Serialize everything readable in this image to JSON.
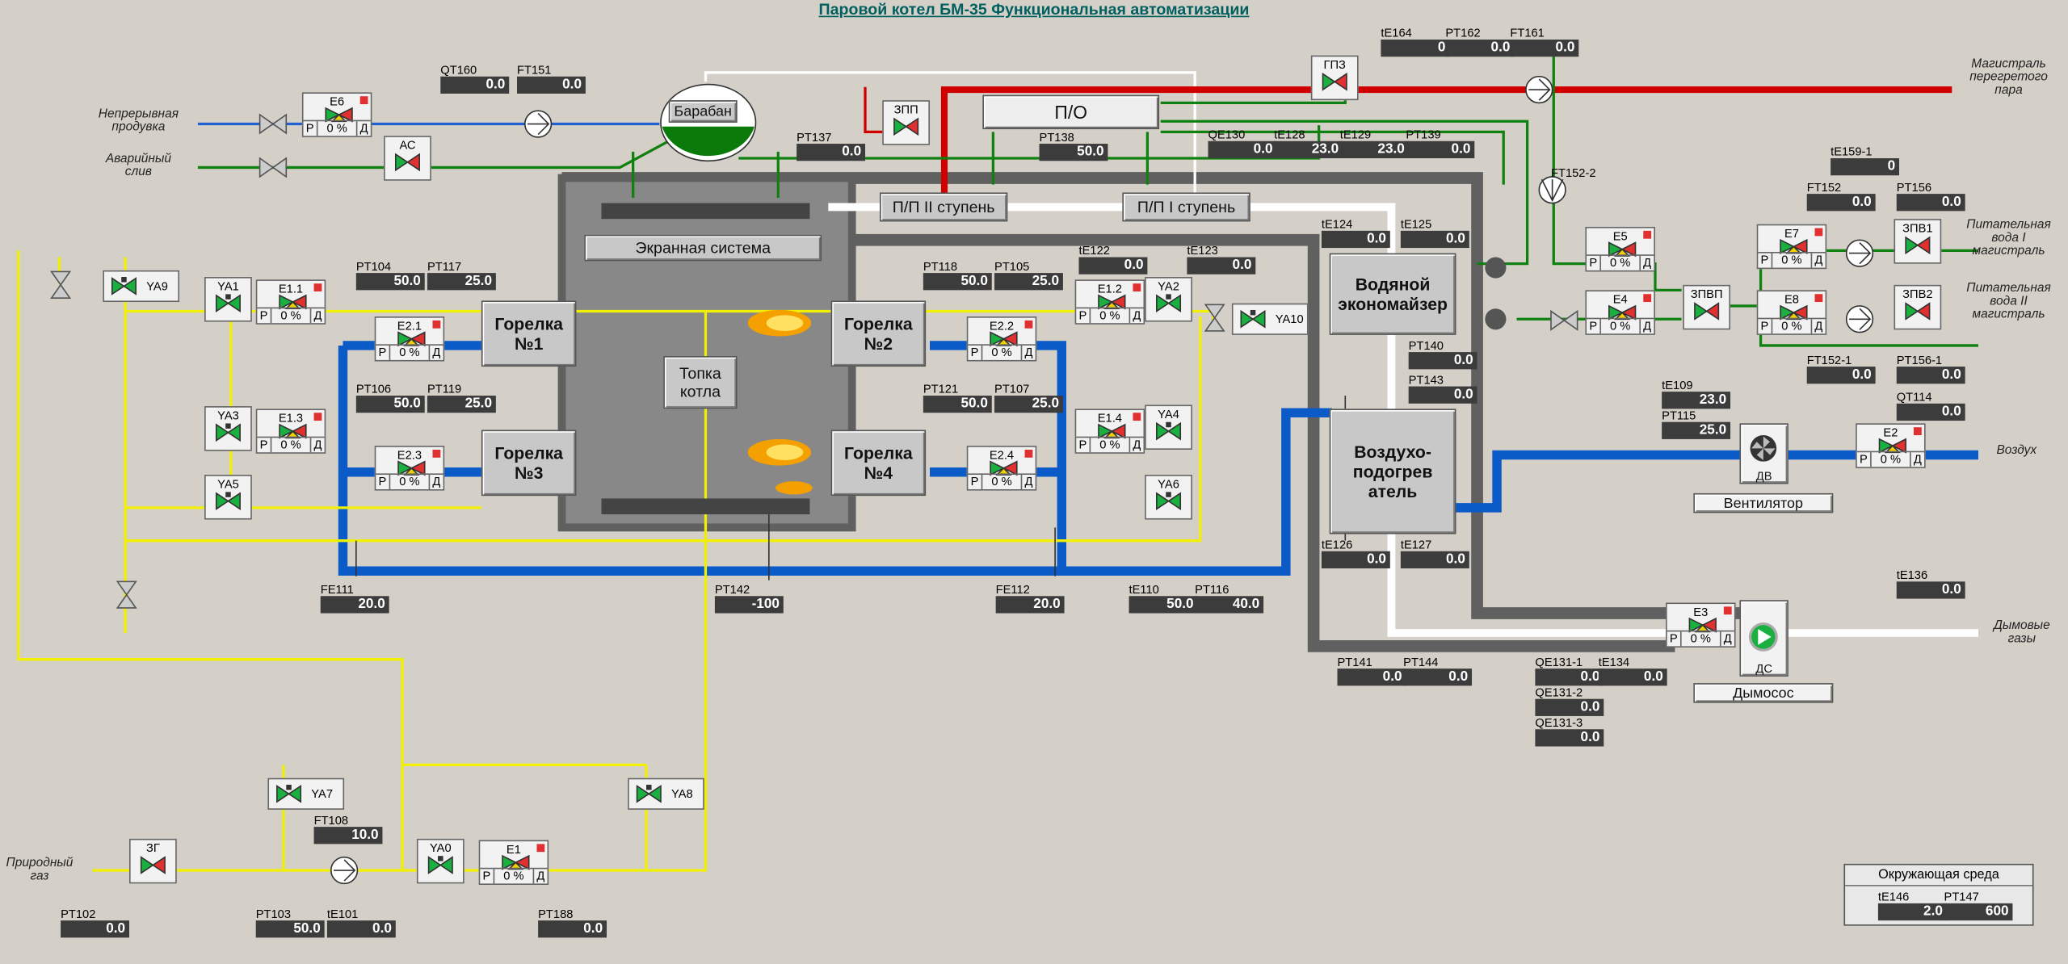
{
  "title": "Паровой котел БМ-35 Функциональная автоматизации",
  "colors": {
    "steam": "#d00000",
    "water": "#008000",
    "air": "#0050c0",
    "gas": "#f0f000",
    "flue": "#606060",
    "drain": "#2060d0"
  },
  "labels": {
    "drum": "Барабан",
    "screen": "Экранная система",
    "furnace": "Топка\nкотла",
    "burner1": "Горелка\n№1",
    "burner2": "Горелка\n№2",
    "burner3": "Горелка\n№3",
    "burner4": "Горелка\n№4",
    "po": "П/О",
    "pp2": "П/П II ступень",
    "pp1": "П/П I ступень",
    "economizer": "Водяной\nэкономайзер",
    "airheater": "Воздухо-\nподогрев\nатель",
    "fan": "Вентилятор",
    "fan_short": "ДВ",
    "exhauster": "Дымосос",
    "exhauster_short": "ДС",
    "cont_blowdown": "Непрерывная\nпродувка",
    "emerg_drain": "Аварийный\nслив",
    "main_steam": "Магистраль\nперегретого\nпара",
    "feed1": "Питательная\nвода I\nмагистраль",
    "feed2": "Питательная\nвода II\nмагистраль",
    "air": "Воздух",
    "flue": "Дымовые\nгазы",
    "gas": "Природный\nгаз",
    "env": "Окружающая среда",
    "tn_p": "Р",
    "tn_d": "Д",
    "icon_valve": "valve-icon",
    "icon_pump": "pump-icon",
    "icon_fan": "fan-icon",
    "icon_flame": "flame-icon"
  },
  "sensors": {
    "qt160": {
      "tag": "QT160",
      "value": "0.0"
    },
    "ft151": {
      "tag": "FT151",
      "value": "0.0"
    },
    "te164": {
      "tag": "tE164",
      "value": "0"
    },
    "pt162": {
      "tag": "PT162",
      "value": "0.0"
    },
    "ft161": {
      "tag": "FT161",
      "value": "0.0"
    },
    "pt137": {
      "tag": "PT137",
      "value": "0.0"
    },
    "pt138": {
      "tag": "PT138",
      "value": "50.0"
    },
    "qe130": {
      "tag": "QE130",
      "value": "0.0"
    },
    "te128": {
      "tag": "tE128",
      "value": "23.0"
    },
    "te129": {
      "tag": "tE129",
      "value": "23.0"
    },
    "pt139": {
      "tag": "PT139",
      "value": "0.0"
    },
    "ft152_2": {
      "tag": "FT152-2",
      "value": ""
    },
    "te159_1": {
      "tag": "tE159-1",
      "value": "0"
    },
    "ft152": {
      "tag": "FT152",
      "value": "0.0"
    },
    "pt156": {
      "tag": "PT156",
      "value": "0.0"
    },
    "ft152_1": {
      "tag": "FT152-1",
      "value": "0.0"
    },
    "pt156_1": {
      "tag": "PT156-1",
      "value": "0.0"
    },
    "pt104": {
      "tag": "PT104",
      "value": "50.0"
    },
    "pt117": {
      "tag": "PT117",
      "value": "25.0"
    },
    "pt106": {
      "tag": "PT106",
      "value": "50.0"
    },
    "pt119": {
      "tag": "PT119",
      "value": "25.0"
    },
    "pt118": {
      "tag": "PT118",
      "value": "50.0"
    },
    "pt105": {
      "tag": "PT105",
      "value": "25.0"
    },
    "pt121": {
      "tag": "PT121",
      "value": "50.0"
    },
    "pt107": {
      "tag": "PT107",
      "value": "25.0"
    },
    "te122": {
      "tag": "tE122",
      "value": "0.0"
    },
    "te123": {
      "tag": "tE123",
      "value": "0.0"
    },
    "te124": {
      "tag": "tE124",
      "value": "0.0"
    },
    "te125": {
      "tag": "tE125",
      "value": "0.0"
    },
    "pt140": {
      "tag": "PT140",
      "value": "0.0"
    },
    "pt143": {
      "tag": "PT143",
      "value": "0.0"
    },
    "te109": {
      "tag": "tE109",
      "value": "23.0"
    },
    "pt115": {
      "tag": "PT115",
      "value": "25.0"
    },
    "qt114": {
      "tag": "QT114",
      "value": "0.0"
    },
    "te126": {
      "tag": "tE126",
      "value": "0.0"
    },
    "te127": {
      "tag": "tE127",
      "value": "0.0"
    },
    "fe111": {
      "tag": "FE111",
      "value": "20.0"
    },
    "pt142": {
      "tag": "PT142",
      "value": "-100"
    },
    "fe112": {
      "tag": "FE112",
      "value": "20.0"
    },
    "te110": {
      "tag": "tE110",
      "value": "50.0"
    },
    "pt116": {
      "tag": "PT116",
      "value": "40.0"
    },
    "te136": {
      "tag": "tE136",
      "value": "0.0"
    },
    "pt141": {
      "tag": "PT141",
      "value": "0.0"
    },
    "pt144": {
      "tag": "PT144",
      "value": "0.0"
    },
    "qe131_1": {
      "tag": "QE131-1",
      "value": "0.0"
    },
    "te134": {
      "tag": "tE134",
      "value": "0.0"
    },
    "qe131_2": {
      "tag": "QE131-2",
      "value": "0.0"
    },
    "qe131_3": {
      "tag": "QE131-3",
      "value": "0.0"
    },
    "ft108": {
      "tag": "FT108",
      "value": "10.0"
    },
    "pt102": {
      "tag": "PT102",
      "value": "0.0"
    },
    "pt103": {
      "tag": "PT103",
      "value": "50.0"
    },
    "te101": {
      "tag": "tE101",
      "value": "0.0"
    },
    "pt188": {
      "tag": "PT188",
      "value": "0.0"
    },
    "te146": {
      "tag": "tE146",
      "value": "2.0"
    },
    "pt147": {
      "tag": "PT147",
      "value": "600"
    }
  },
  "regulators": {
    "e6": {
      "name": "E6",
      "value": "0 %"
    },
    "e11": {
      "name": "E1.1",
      "value": "0 %"
    },
    "e21": {
      "name": "E2.1",
      "value": "0 %"
    },
    "e13": {
      "name": "E1.3",
      "value": "0 %"
    },
    "e23": {
      "name": "E2.3",
      "value": "0 %"
    },
    "e12": {
      "name": "E1.2",
      "value": "0 %"
    },
    "e22": {
      "name": "E2.2",
      "value": "0 %"
    },
    "e14": {
      "name": "E1.4",
      "value": "0 %"
    },
    "e24": {
      "name": "E2.4",
      "value": "0 %"
    },
    "e5": {
      "name": "E5",
      "value": "0 %"
    },
    "e4": {
      "name": "E4",
      "value": "0 %"
    },
    "e7": {
      "name": "E7",
      "value": "0 %"
    },
    "e8": {
      "name": "E8",
      "value": "0 %"
    },
    "e2": {
      "name": "E2",
      "value": "0 %"
    },
    "e3": {
      "name": "E3",
      "value": "0 %"
    },
    "e1": {
      "name": "E1",
      "value": "0 %"
    }
  },
  "valves": {
    "ya1": "YA1",
    "ya2": "YA2",
    "ya3": "YA3",
    "ya4": "YA4",
    "ya5": "YA5",
    "ya6": "YA6",
    "ya9": "YA9",
    "ya10": "YA10",
    "ya7": "YA7",
    "ya8": "YA8",
    "ya0": "YA0",
    "ac": "АС",
    "zpp": "ЗПП",
    "gpz": "ГПЗ",
    "zpvp": "ЗПВП",
    "zpv1": "ЗПВ1",
    "zpv2": "ЗПВ2",
    "zg": "ЗГ"
  }
}
